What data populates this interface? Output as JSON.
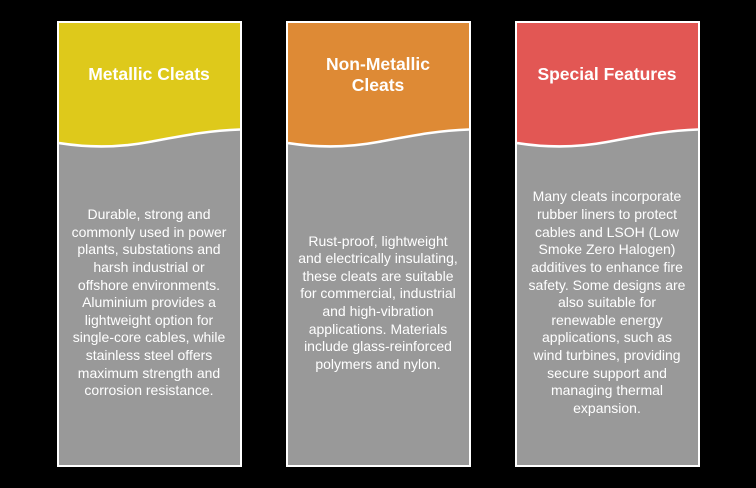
{
  "page": {
    "background_color": "#000000",
    "card_body_color": "#999999",
    "card_border_color": "#ffffff",
    "text_color": "#ffffff"
  },
  "cards": [
    {
      "title": "Metallic Cleats",
      "accent": "#dec91b",
      "body": "Durable, strong and commonly used in power plants, substations and harsh industrial or offshore environments. Aluminium provides a lightweight option for single-core cables, while stainless steel offers maximum strength and corrosion resistance."
    },
    {
      "title": "Non-Metallic Cleats",
      "accent": "#de8a35",
      "body": "Rust-proof, lightweight and electrically insulating, these cleats are suitable for commercial, industrial and high-vibration applications. Materials include glass-reinforced polymers and nylon."
    },
    {
      "title": "Special Features",
      "accent": "#e25754",
      "body": "Many cleats incorporate rubber liners to protect cables and LSOH (Low Smoke Zero Halogen) additives to enhance fire safety. Some designs are also suitable for renewable energy applications, such as wind turbines, providing secure support and managing thermal expansion."
    }
  ]
}
